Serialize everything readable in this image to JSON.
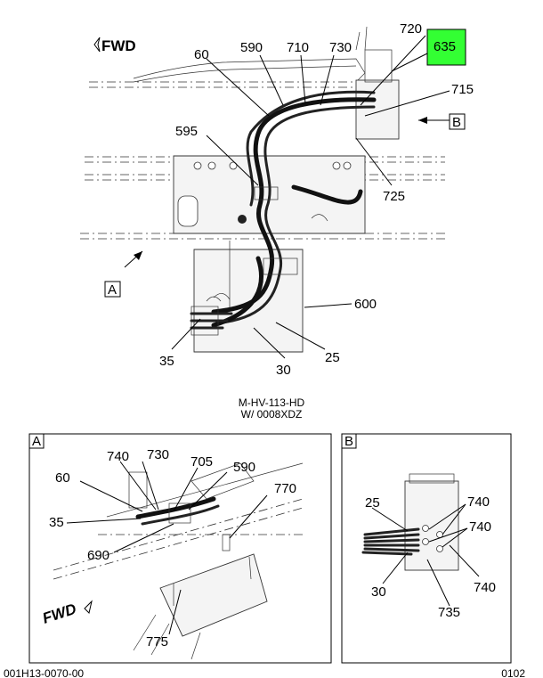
{
  "main_view": {
    "fwd_label": "FWD",
    "view_a_label": "A",
    "view_b_label": "B",
    "highlight_callout": "635",
    "highlight_color": "#33ff33",
    "callouts": [
      "60",
      "590",
      "710",
      "730",
      "720",
      "715",
      "595",
      "725",
      "600",
      "35",
      "30",
      "25"
    ],
    "caption_line1": "M-HV-113-HD",
    "caption_line2": "W/ 0008XDZ"
  },
  "detail_a": {
    "label": "A",
    "fwd_label": "FWD",
    "callouts": [
      "740",
      "730",
      "705",
      "590",
      "60",
      "770",
      "35",
      "690",
      "775"
    ]
  },
  "detail_b": {
    "label": "B",
    "callouts": [
      "25",
      "740",
      "740",
      "740",
      "30",
      "735"
    ]
  },
  "footer": {
    "left_text": "001H13-0070-00",
    "right_text": "0102"
  }
}
